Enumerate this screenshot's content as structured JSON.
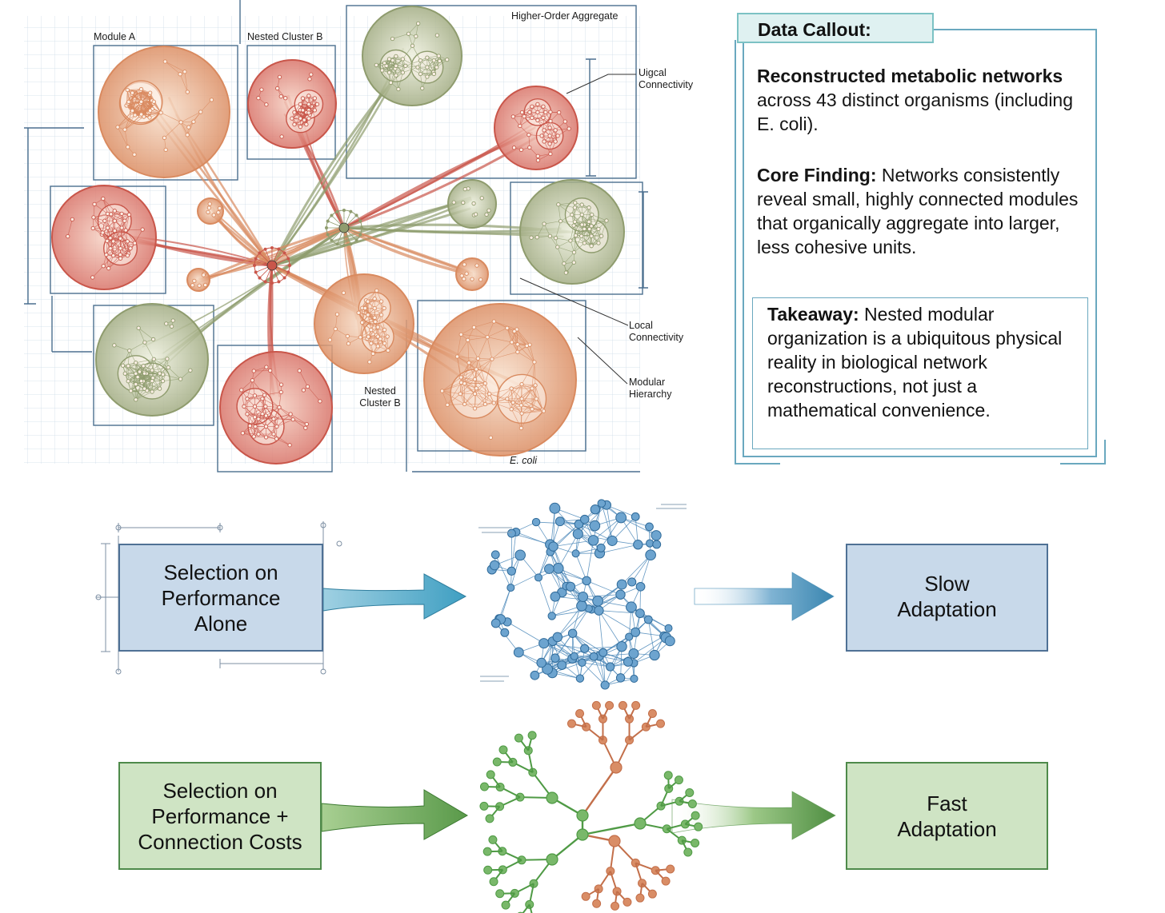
{
  "illustration": {
    "labels": {
      "module_a": "Module A",
      "nested_cluster_b_top": "Nested Cluster B",
      "higher_order_aggregate": "Higher-Order Aggregate",
      "uigcal_connectivity": "Uigcal\nConnectivity",
      "local_connectivity": "Local\nConnectivity",
      "modular_hierarchy": "Modular\nHierarchy",
      "nested_cluster_b_bottom": "Nested\nCluster B",
      "e_coli": "E. coli"
    },
    "colors": {
      "red": "#c9564a",
      "orange": "#d98a5f",
      "olive": "#8f9c6e",
      "grid": "#b9cde0"
    }
  },
  "callout": {
    "title": "Data Callout:",
    "p1_bold": "Reconstructed metabolic networks",
    "p1_rest": " across 43 distinct organisms (including E. coli).",
    "p2_bold": "Core Finding:",
    "p2_rest": " Networks consistently reveal small, highly connected modules that organically aggregate into larger, less cohesive units.",
    "takeaway_bold": "Takeaway:",
    "takeaway_rest": " Nested modular organization is a ubiquitous physical reality in biological network reconstructions, not just a mathematical convenience."
  },
  "flow": {
    "row1": {
      "input": "Selection on\nPerformance\nAlone",
      "output": "Slow\nAdaptation",
      "network": "dense-random-network",
      "color": "#4a87b8"
    },
    "row2": {
      "input": "Selection on\nPerformance +\nConnection Costs",
      "output": "Fast\nAdaptation",
      "network": "modular-tree-network",
      "color": "#4f9a45"
    }
  }
}
